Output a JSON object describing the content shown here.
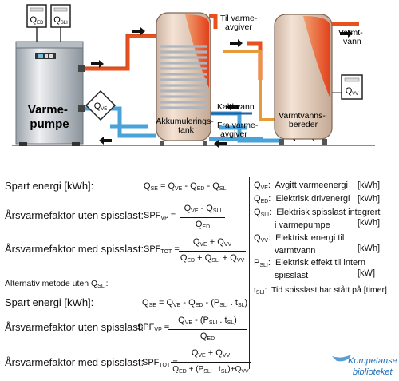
{
  "diagram": {
    "heat_pump_label_1": "Varme-",
    "heat_pump_label_2": "pumpe",
    "meter_qed": "Q",
    "meter_qed_sub": "ED",
    "meter_qsli": "Q",
    "meter_qsli_sub": "SLI",
    "meter_qve": "Q",
    "meter_qve_sub": "VE",
    "meter_qvv": "Q",
    "meter_qvv_sub": "VV",
    "to_heat_1": "Til varme-",
    "to_heat_2": "avgiver",
    "from_heat_1": "Fra varme-",
    "from_heat_2": "avgiver",
    "cold_water": "Kaldtvann",
    "accum_tank_1": "Akkumulerings-",
    "accum_tank_2": "tank",
    "hot_water_1": "Varmt-",
    "hot_water_2": "vann",
    "hw_tank_1": "Varmtvanns-",
    "hw_tank_2": "bereder",
    "colors": {
      "hot": "#e8501e",
      "cold": "#4aa3d8",
      "coil": "#c9cfd6",
      "tank": "#ecd2bf",
      "pump": "#d9dde1"
    }
  },
  "formulas": {
    "saved_label": "Spart energi [kWh]:",
    "saved_lhs": "Q",
    "saved_lhs_sub": "SE",
    "saved_rhs": "= Q",
    "saved_rhs_sub1": "VE",
    "saved_rhs_mid1": " - Q",
    "saved_rhs_sub2": "ED",
    "saved_rhs_mid2": " - Q",
    "saved_rhs_sub3": "SLI",
    "spf_vp_label": "Årsvarmefaktor uten spisslast:",
    "spf_vp_lhs": "SPF",
    "spf_vp_lhs_sub": "VP",
    "spf_vp_num": "Q",
    "spf_vp_num_sub1": "VE",
    "spf_vp_num_mid": " - Q",
    "spf_vp_num_sub2": "SLI",
    "spf_vp_den": "Q",
    "spf_vp_den_sub": "ED",
    "spf_tot_label": "Årsvarmefaktor med spisslast:",
    "spf_tot_lhs": "SPF",
    "spf_tot_lhs_sub": "TOT",
    "spf_tot_num": "Q",
    "spf_tot_num_sub1": "VE",
    "spf_tot_num_mid": " + Q",
    "spf_tot_num_sub2": "VV",
    "spf_tot_den": "Q",
    "spf_tot_den_sub1": "ED",
    "spf_tot_den_mid1": " + Q",
    "spf_tot_den_sub2": "SLI",
    "spf_tot_den_mid2": " + Q",
    "spf_tot_den_sub3": "VV",
    "alt_heading": "Alternativ metode uten Q",
    "alt_heading_sub": "SLI",
    "alt_heading_end": ":",
    "alt_saved_label": "Spart energi [kWh]:",
    "alt_saved_lhs": "Q",
    "alt_saved_lhs_sub": "SE",
    "alt_saved_rhs": "= Q",
    "alt_saved_rhs_sub1": "VE",
    "alt_saved_rhs_mid1": " - Q",
    "alt_saved_rhs_sub2": "ED",
    "alt_saved_rhs_mid2": " - (P",
    "alt_saved_rhs_sub3": "SLI",
    "alt_saved_rhs_mid3": " . t",
    "alt_saved_rhs_sub4": "SL",
    "alt_saved_rhs_end": ")",
    "alt_spf_vp_label": "Årsvarmefaktor uten spisslast:",
    "alt_spf_vp_lhs": "SPF",
    "alt_spf_vp_lhs_sub": "VP",
    "alt_spf_vp_num": "Q",
    "alt_spf_vp_num_sub1": "VE",
    "alt_spf_vp_num_mid": " - (P",
    "alt_spf_vp_num_sub2": "SLI",
    "alt_spf_vp_num_mid2": " . t",
    "alt_spf_vp_num_sub3": "SL",
    "alt_spf_vp_num_end": ")",
    "alt_spf_vp_den": "Q",
    "alt_spf_vp_den_sub": "ED",
    "alt_spf_tot_label": "Årsvarmefaktor med spisslast:",
    "alt_spf_tot_lhs": "SPF",
    "alt_spf_tot_lhs_sub": "TOT",
    "alt_spf_tot_num": "Q",
    "alt_spf_tot_num_sub1": "VE",
    "alt_spf_tot_num_mid": " + Q",
    "alt_spf_tot_num_sub2": "VV",
    "alt_spf_tot_den": "Q",
    "alt_spf_tot_den_sub1": "ED",
    "alt_spf_tot_den_mid1": " + (P",
    "alt_spf_tot_den_sub2": "SLI",
    "alt_spf_tot_den_mid2": " . t",
    "alt_spf_tot_den_sub3": "SL",
    "alt_spf_tot_den_mid3": ")+Q",
    "alt_spf_tot_den_sub4": "VV"
  },
  "legend": [
    {
      "sym": "Q",
      "sub": "VE",
      "colon": ":",
      "text": "Avgitt varmeenergi",
      "unit": "[kWh]"
    },
    {
      "sym": "Q",
      "sub": "ED",
      "colon": ":",
      "text": "Elektrisk drivenergi",
      "unit": "[kWh]"
    },
    {
      "sym": "Q",
      "sub": "SLI",
      "colon": ":",
      "text": "Elektrisk spisslast integrert",
      "text2": "i varmepumpe",
      "unit": "[kWh]"
    },
    {
      "sym": "Q",
      "sub": "VV",
      "colon": ":",
      "text": "Elektrisk energi til",
      "text2": "varmtvann",
      "unit": "[kWh]"
    },
    {
      "sym": "P",
      "sub": "SLI",
      "colon": ":",
      "text": "Elektrisk effekt til intern",
      "text2": "spisslast",
      "unit": "[kW]"
    },
    {
      "sym": "t",
      "sub": "SLI",
      "colon": ":",
      "text": "Tid spisslast har stått på [timer]"
    }
  ],
  "logo": {
    "line1": "Kompetanse",
    "line2": "biblioteket"
  }
}
